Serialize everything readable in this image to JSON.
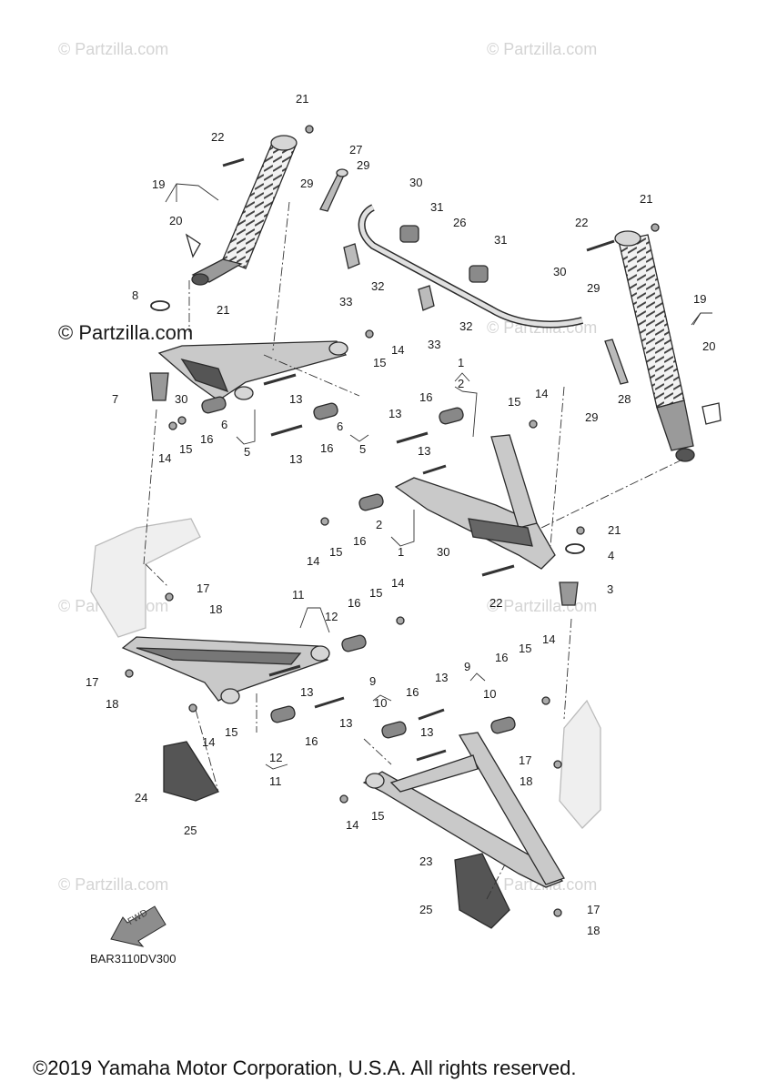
{
  "watermarks": {
    "text": "© Partzilla.com",
    "dark_text": "© Partzilla.com"
  },
  "diagram_code": "BAR3110DV300",
  "fwd_label": "FWD",
  "copyright": "©2019 Yamaha Motor Corporation, U.S.A. All rights reserved.",
  "callouts": [
    "1",
    "2",
    "3",
    "4",
    "5",
    "6",
    "7",
    "8",
    "9",
    "10",
    "11",
    "12",
    "13",
    "14",
    "15",
    "16",
    "17",
    "18",
    "19",
    "20",
    "21",
    "22",
    "23",
    "24",
    "25",
    "26",
    "27",
    "28",
    "29",
    "30",
    "31",
    "32",
    "33"
  ],
  "colors": {
    "line": "#2a2a2a",
    "part_fill": "#cfcfcf",
    "part_dark": "#6e6e6e",
    "watermark": "#d4d4d4"
  }
}
